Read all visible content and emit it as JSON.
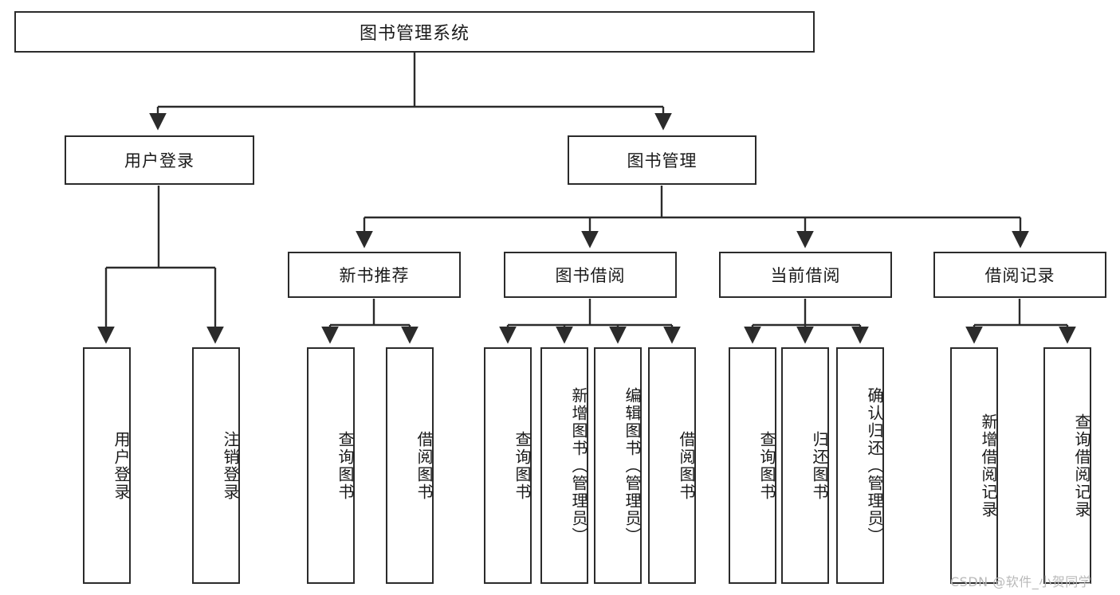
{
  "diagram": {
    "title_text": "图书管理系统",
    "watermark": "CSDN @软件_小贺同学",
    "colors": {
      "box_border": "#2b2b2b",
      "background": "#ffffff",
      "text": "#1a1a1a",
      "connector": "#2b2b2b",
      "watermark": "#b9b9b9"
    },
    "level2": [
      {
        "label": "用户登录"
      },
      {
        "label": "图书管理"
      }
    ],
    "level3": [
      {
        "label": "新书推荐"
      },
      {
        "label": "图书借阅"
      },
      {
        "label": "当前借阅"
      },
      {
        "label": "借阅记录"
      }
    ],
    "leaves": {
      "user_login": [
        {
          "label": "用户登录"
        },
        {
          "label": "注销登录"
        }
      ],
      "new_book_recommend": [
        {
          "label": "查询图书"
        },
        {
          "label": "借阅图书"
        }
      ],
      "book_borrow": [
        {
          "label": "查询图书"
        },
        {
          "label": "新增图书（管理员）"
        },
        {
          "label": "编辑图书（管理员）"
        },
        {
          "label": "借阅图书"
        }
      ],
      "current_borrow": [
        {
          "label": "查询图书"
        },
        {
          "label": "归还图书"
        },
        {
          "label": "确认归还（管理员）"
        }
      ],
      "borrow_record": [
        {
          "label": "新增借阅记录"
        },
        {
          "label": "查询借阅记录"
        }
      ]
    }
  },
  "chart_data": {
    "type": "table",
    "title": "图书管理系统",
    "structure": "tree",
    "nodes": [
      {
        "id": "root",
        "label": "图书管理系统",
        "level": 0,
        "parent": null
      },
      {
        "id": "n1",
        "label": "用户登录",
        "level": 1,
        "parent": "root"
      },
      {
        "id": "n2",
        "label": "图书管理",
        "level": 1,
        "parent": "root"
      },
      {
        "id": "n1a",
        "label": "用户登录",
        "level": 2,
        "parent": "n1"
      },
      {
        "id": "n1b",
        "label": "注销登录",
        "level": 2,
        "parent": "n1"
      },
      {
        "id": "n2a",
        "label": "新书推荐",
        "level": 2,
        "parent": "n2"
      },
      {
        "id": "n2b",
        "label": "图书借阅",
        "level": 2,
        "parent": "n2"
      },
      {
        "id": "n2c",
        "label": "当前借阅",
        "level": 2,
        "parent": "n2"
      },
      {
        "id": "n2d",
        "label": "借阅记录",
        "level": 2,
        "parent": "n2"
      },
      {
        "id": "n2a1",
        "label": "查询图书",
        "level": 3,
        "parent": "n2a"
      },
      {
        "id": "n2a2",
        "label": "借阅图书",
        "level": 3,
        "parent": "n2a"
      },
      {
        "id": "n2b1",
        "label": "查询图书",
        "level": 3,
        "parent": "n2b"
      },
      {
        "id": "n2b2",
        "label": "新增图书（管理员）",
        "level": 3,
        "parent": "n2b"
      },
      {
        "id": "n2b3",
        "label": "编辑图书（管理员）",
        "level": 3,
        "parent": "n2b"
      },
      {
        "id": "n2b4",
        "label": "借阅图书",
        "level": 3,
        "parent": "n2b"
      },
      {
        "id": "n2c1",
        "label": "查询图书",
        "level": 3,
        "parent": "n2c"
      },
      {
        "id": "n2c2",
        "label": "归还图书",
        "level": 3,
        "parent": "n2c"
      },
      {
        "id": "n2c3",
        "label": "确认归还（管理员）",
        "level": 3,
        "parent": "n2c"
      },
      {
        "id": "n2d1",
        "label": "新增借阅记录",
        "level": 3,
        "parent": "n2d"
      },
      {
        "id": "n2d2",
        "label": "查询借阅记录",
        "level": 3,
        "parent": "n2d"
      }
    ]
  }
}
